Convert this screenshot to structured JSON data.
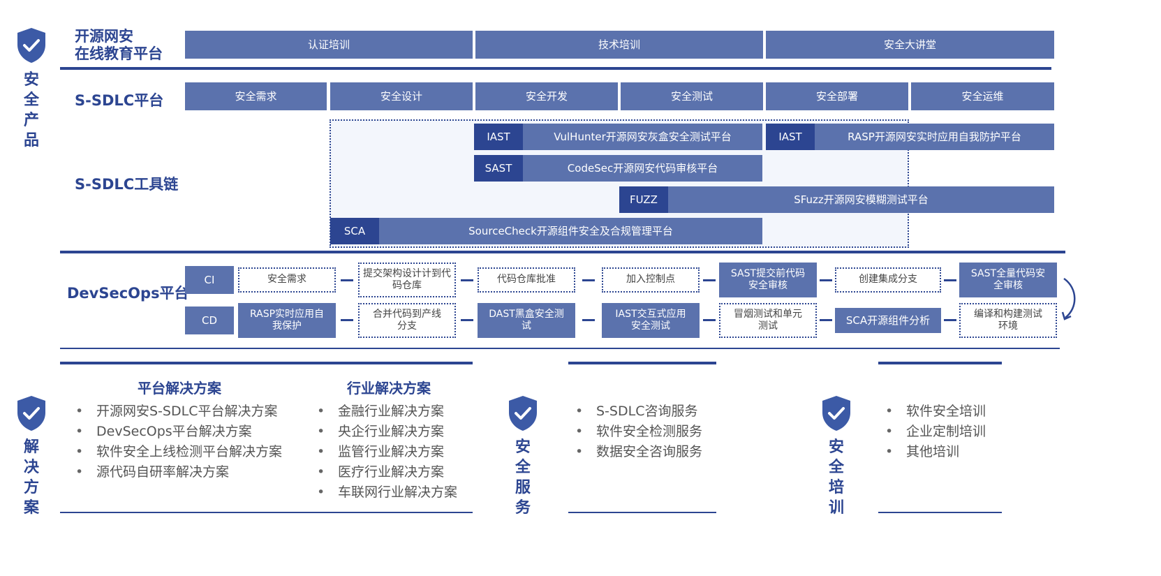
{
  "product_section": {
    "vertical_title": "安全产品",
    "education": {
      "title_line1": "开源网安",
      "title_line2": "在线教育平台",
      "items": [
        "认证培训",
        "技术培训",
        "安全大讲堂"
      ]
    },
    "sdlc_platform": {
      "title": "S-SDLC平台",
      "phases": [
        "安全需求",
        "安全设计",
        "安全开发",
        "安全测试",
        "安全部署",
        "安全运维"
      ]
    },
    "toolchain": {
      "title": "S-SDLC工具链",
      "tools": [
        {
          "tag": "IAST",
          "name": "VulHunter开源网安灰盒安全测试平台"
        },
        {
          "tag": "IAST",
          "name": "RASP开源网安实时应用自我防护平台"
        },
        {
          "tag": "SAST",
          "name": "CodeSec开源网安代码审核平台"
        },
        {
          "tag": "FUZZ",
          "name": "SFuzz开源网安模糊测试平台"
        },
        {
          "tag": "SCA",
          "name": "SourceCheck开源组件安全及合规管理平台"
        }
      ]
    },
    "devsecops": {
      "title": "DevSecOps平台",
      "ci_label": "CI",
      "cd_label": "CD",
      "ci_steps": [
        "安全需求",
        "提交架构设计计到代码仓库",
        "代码仓库批准",
        "加入控制点",
        "SAST提交前代码安全审核",
        "创建集成分支",
        "SAST全量代码安全审核"
      ],
      "cd_steps": [
        "RASP实时应用自我保护",
        "合并代码到产线分支",
        "DAST黑盒安全测试",
        "IAST交互式应用安全测试",
        "冒烟测试和单元测试",
        "SCA开源组件分析",
        "编译和构建测试环境"
      ]
    }
  },
  "solutions": {
    "vertical_title": "解决方案",
    "platform": {
      "heading": "平台解决方案",
      "items": [
        "开源网安S-SDLC平台解决方案",
        "DevSecOps平台解决方案",
        "软件安全上线检测平台解决方案",
        "源代码自研率解决方案"
      ]
    },
    "industry": {
      "heading": "行业解决方案",
      "items": [
        "金融行业解决方案",
        "央企行业解决方案",
        "监管行业解决方案",
        "医疗行业解决方案",
        "车联网行业解决方案"
      ]
    }
  },
  "services": {
    "vertical_title": "安全服务",
    "items": [
      "S-SDLC咨询服务",
      "软件安全检测服务",
      "数据安全咨询服务"
    ]
  },
  "training": {
    "vertical_title": "安全培训",
    "items": [
      "软件安全培训",
      "企业定制培训",
      "其他培训"
    ]
  },
  "colors": {
    "primary": "#2c4591",
    "box": "#5b72ad",
    "dark_tag": "#2c4591",
    "shield": "#3c5aa6"
  }
}
